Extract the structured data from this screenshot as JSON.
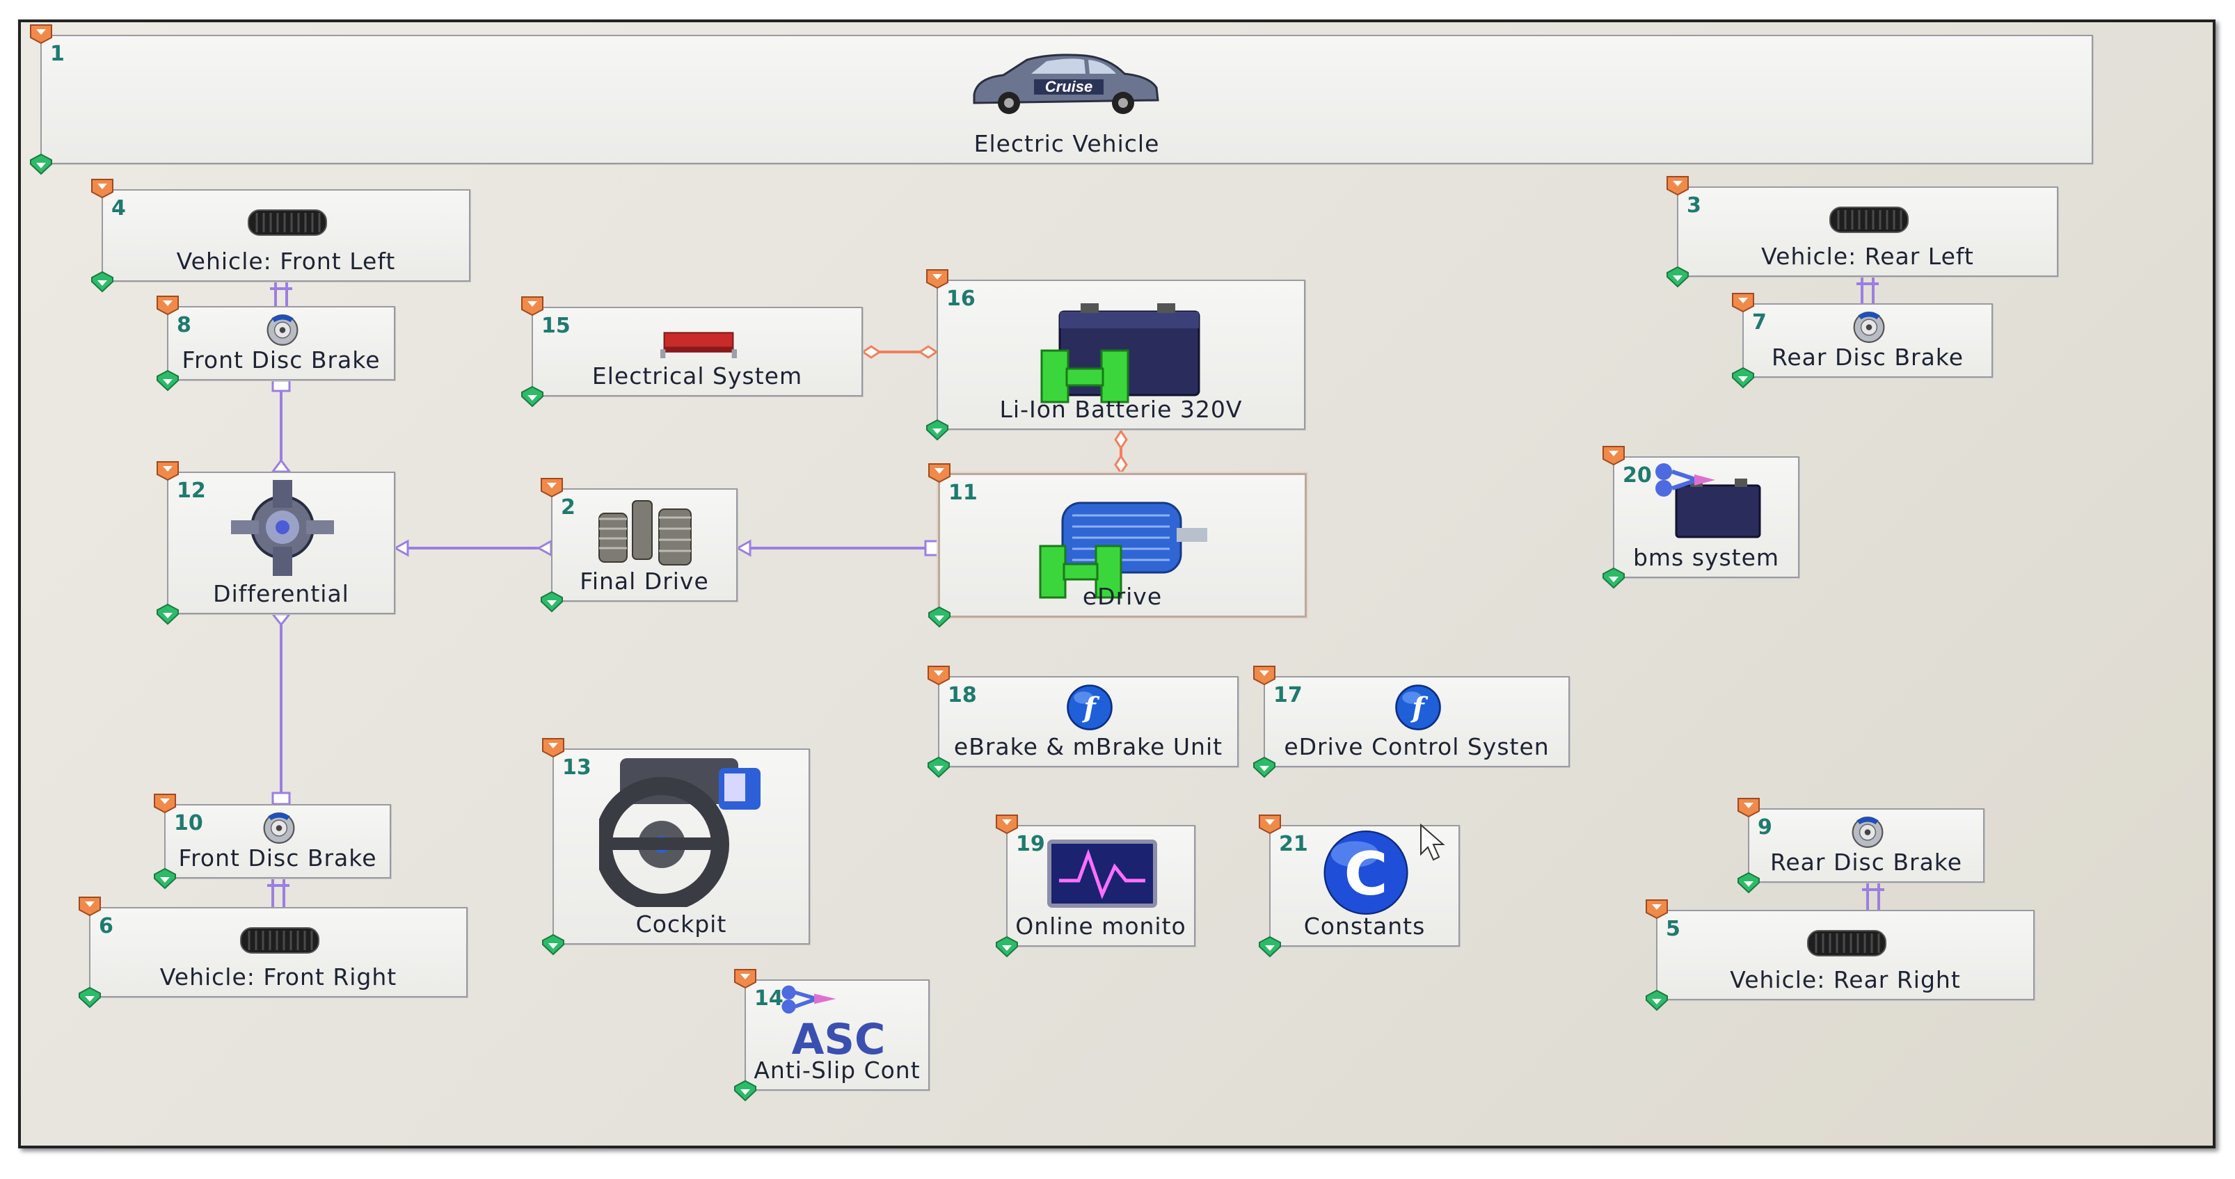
{
  "blocks": [
    {
      "id": "b1",
      "num": "1",
      "label": "Electric Vehicle",
      "icon": "car-icon"
    },
    {
      "id": "b4",
      "num": "4",
      "label": "Vehicle: Front Left",
      "icon": "tire-icon"
    },
    {
      "id": "b3",
      "num": "3",
      "label": "Vehicle: Rear Left",
      "icon": "tire-icon"
    },
    {
      "id": "b8",
      "num": "8",
      "label": "Front Disc Brake",
      "icon": "disc-brake-icon"
    },
    {
      "id": "b15",
      "num": "15",
      "label": "Electrical System",
      "icon": "electrical-component-icon"
    },
    {
      "id": "b16",
      "num": "16",
      "label": "Li-Ion Batterie 320V",
      "icon": "battery-icon"
    },
    {
      "id": "b7",
      "num": "7",
      "label": "Rear Disc Brake",
      "icon": "disc-brake-icon"
    },
    {
      "id": "b20",
      "num": "20",
      "label": "bms system",
      "icon": "bms-battery-icon"
    },
    {
      "id": "b12",
      "num": "12",
      "label": "Differential",
      "icon": "differential-icon"
    },
    {
      "id": "b2",
      "num": "2",
      "label": "Final Drive",
      "icon": "gears-icon"
    },
    {
      "id": "b11",
      "num": "11",
      "label": "eDrive",
      "icon": "electric-motor-icon"
    },
    {
      "id": "b18",
      "num": "18",
      "label": "eBrake & mBrake Unit",
      "icon": "function-icon"
    },
    {
      "id": "b17",
      "num": "17",
      "label": "eDrive Control Systen",
      "icon": "function-icon"
    },
    {
      "id": "b13",
      "num": "13",
      "label": "Cockpit",
      "icon": "steering-wheel-icon"
    },
    {
      "id": "b19",
      "num": "19",
      "label": "Online monito",
      "icon": "signal-monitor-icon"
    },
    {
      "id": "b21",
      "num": "21",
      "label": "Constants",
      "icon": "constants-icon"
    },
    {
      "id": "b10",
      "num": "10",
      "label": "Front Disc Brake",
      "icon": "disc-brake-icon"
    },
    {
      "id": "b9",
      "num": "9",
      "label": "Rear Disc Brake",
      "icon": "disc-brake-icon"
    },
    {
      "id": "b6",
      "num": "6",
      "label": "Vehicle: Front Right",
      "icon": "tire-icon"
    },
    {
      "id": "b5",
      "num": "5",
      "label": "Vehicle: Rear Right",
      "icon": "tire-icon"
    },
    {
      "id": "b14",
      "num": "14",
      "label": "Anti-Slip Cont",
      "icon": "asc-icon",
      "icon_text": "ASC"
    }
  ],
  "car_badge_text": "Cruise",
  "colors": {
    "block_number": "#1f7a6e",
    "mechanical_connection": "#9b7fe0",
    "electrical_connection": "#f08060",
    "input_pin": "#f08a4a",
    "output_pin": "#2dbb6a",
    "function_icon": "#1f5fd8",
    "asc_text": "#3a4fb0"
  }
}
